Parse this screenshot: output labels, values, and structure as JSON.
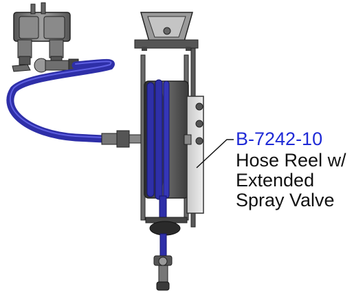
{
  "callout": {
    "part_number": "B-7242-10",
    "description_lines": [
      "Hose Reel w/",
      "Extended",
      "Spray Valve"
    ]
  },
  "colors": {
    "part_number": "#1f2ad6",
    "hose": "#2e2fa8",
    "hose_highlight": "#6a6cf0",
    "metal_dark": "#3b3b3b",
    "metal_mid": "#7b7b7b",
    "metal_light": "#bdbdbd",
    "plate": "#d9d9d9",
    "leader_line": "#111111"
  }
}
